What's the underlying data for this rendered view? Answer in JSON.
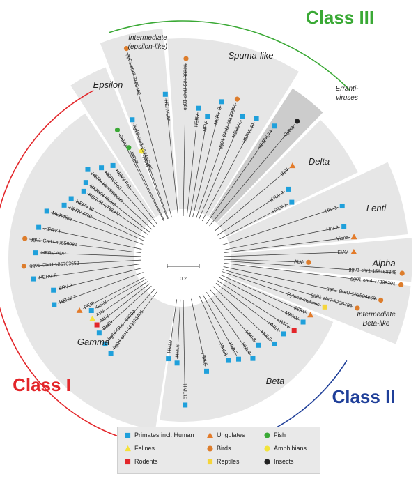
{
  "classes": {
    "class_i": {
      "label": "Class I",
      "color": "#e3262a"
    },
    "class_ii": {
      "label": "Class II",
      "color": "#1f3f99"
    },
    "class_iii": {
      "label": "Class III",
      "color": "#3aa935"
    }
  },
  "clades": {
    "intermediate_epsilon": {
      "line1": "Intermediate",
      "line2": "(epsilon-like)"
    },
    "spuma": "Spuma-like",
    "epsilon": "Epsilon",
    "errantiviruses": {
      "line1": "Erranti-",
      "line2": "viruses"
    },
    "delta": "Delta",
    "lenti": "Lenti",
    "alpha": "Alpha",
    "intermediate_beta": {
      "line1": "Intermediate",
      "line2": "Beta-like"
    },
    "gamma": "Gamma",
    "beta": "Beta"
  },
  "scale_label": "0.2",
  "legend": {
    "primates": "Primates incl. Human",
    "ungulates": "Ungulates",
    "fish": "Fish",
    "felines": "Felines",
    "birds": "Birds",
    "amphibians": "Amphibians",
    "rodents": "Rodents",
    "reptiles": "Reptiles",
    "insects": "Insects"
  },
  "colors": {
    "primates": "#1fa0db",
    "ungulates": "#e37b2a",
    "fish": "#3aa935",
    "felines": "#f5e23a",
    "birds": "#dd7d2c",
    "amphibians": "#f2e43a",
    "rodents": "#e3262a",
    "reptiles": "#f5d53a",
    "insects": "#222222",
    "sector": "#e6e6e6",
    "sector_dark": "#cccccc"
  },
  "leaves": [
    {
      "label": "gg01-chr7-7163462",
      "group": "birds"
    },
    {
      "label": "HERVL66",
      "group": "primates"
    },
    {
      "label": "gg01-chrU-52190725",
      "group": "birds"
    },
    {
      "label": "HSRV",
      "group": "primates"
    },
    {
      "label": "HFV",
      "group": "primates"
    },
    {
      "label": "HERV-S",
      "group": "primates"
    },
    {
      "label": "gg01-ChrU-48130894",
      "group": "birds"
    },
    {
      "label": "HERV-L",
      "group": "primates"
    },
    {
      "label": "HERVL40",
      "group": "primates"
    },
    {
      "label": "HERVL74",
      "group": "primates"
    },
    {
      "label": "Gypsy",
      "group": "insects"
    },
    {
      "label": "SnRV",
      "group": "fish"
    },
    {
      "label": "hg15-chr3-152465283",
      "group": "primates"
    },
    {
      "label": "Xen1",
      "group": "amphibians"
    },
    {
      "label": "WDSV",
      "group": "fish"
    },
    {
      "label": "HERV-Fc1",
      "group": "primates"
    },
    {
      "label": "HERV-Fc2",
      "group": "primates"
    },
    {
      "label": "HERV-Hominsesus",
      "group": "primates"
    },
    {
      "label": "HERVH-RGH2",
      "group": "primates"
    },
    {
      "label": "HERVH-RTVLH2",
      "group": "primates"
    },
    {
      "label": "HERV-W",
      "group": "primates"
    },
    {
      "label": "HERV-FRD",
      "group": "primates"
    },
    {
      "label": "MER4like",
      "group": "primates"
    },
    {
      "label": "HERV-I",
      "group": "primates"
    },
    {
      "label": "gg01-ChrU-49656081",
      "group": "birds"
    },
    {
      "label": "HERV-ADP",
      "group": "primates"
    },
    {
      "label": "gg01-ChrU-126703652",
      "group": "birds"
    },
    {
      "label": "HERV-E",
      "group": "primates"
    },
    {
      "label": "ERV-3",
      "group": "primates"
    },
    {
      "label": "HERV-T",
      "group": "primates"
    },
    {
      "label": "PERV",
      "group": "ungulates"
    },
    {
      "label": "GaLV",
      "group": "primates"
    },
    {
      "label": "FLV",
      "group": "felines"
    },
    {
      "label": "MLV",
      "group": "rodents"
    },
    {
      "label": "BaEV",
      "group": "primates"
    },
    {
      "label": "hg16-ChrX-58708",
      "group": "primates"
    },
    {
      "label": "hg16-chr1-161171491",
      "group": "primates"
    },
    {
      "label": "BLV",
      "group": "ungulates"
    },
    {
      "label": "HTLV-2",
      "group": "primates"
    },
    {
      "label": "HTLV-1",
      "group": "primates"
    },
    {
      "label": "HIV-1",
      "group": "primates"
    },
    {
      "label": "HIV-2",
      "group": "primates"
    },
    {
      "label": "Visna",
      "group": "ungulates"
    },
    {
      "label": "EIAV",
      "group": "ungulates"
    },
    {
      "label": "ALV",
      "group": "birds"
    },
    {
      "label": "gg01-chr1-156168845",
      "group": "birds"
    },
    {
      "label": "gg01-chr4-77338201",
      "group": "birds"
    },
    {
      "label": "gg01-ChrU-163504869",
      "group": "birds"
    },
    {
      "label": "gg01-chr7-5733782",
      "group": "birds"
    },
    {
      "label": "Python-molurus",
      "group": "reptiles"
    },
    {
      "label": "JSRV",
      "group": "ungulates"
    },
    {
      "label": "MPMV",
      "group": "primates"
    },
    {
      "label": "MMTV",
      "group": "rodents"
    },
    {
      "label": "HML1",
      "group": "primates"
    },
    {
      "label": "HML2",
      "group": "primates"
    },
    {
      "label": "HML3",
      "group": "primates"
    },
    {
      "label": "HML4",
      "group": "primates"
    },
    {
      "label": "HML7",
      "group": "primates"
    },
    {
      "label": "HML8",
      "group": "primates"
    },
    {
      "label": "HML5",
      "group": "primates"
    },
    {
      "label": "HML10",
      "group": "primates"
    },
    {
      "label": "HML6",
      "group": "primates"
    },
    {
      "label": "HML9",
      "group": "primates"
    }
  ]
}
